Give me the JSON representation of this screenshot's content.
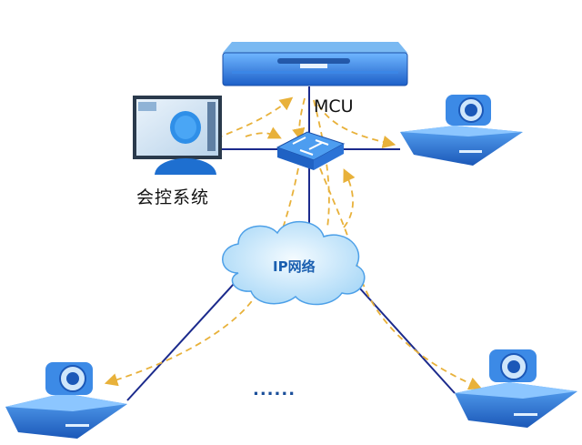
{
  "diagram": {
    "mcu_label": "MCU",
    "control_label": "会控系统",
    "network_label": "IP网络",
    "ellipsis": "......"
  },
  "colors": {
    "line": "#1b2a8c",
    "dashed_flow": "#e8b13a",
    "device_blue": "#2f7de0",
    "cloud_fill": "#cfe9fb"
  },
  "icons": {
    "mcu": "rack-server-icon",
    "switch": "network-switch-icon",
    "control": "operator-workstation-icon",
    "cloud": "cloud-icon",
    "terminal": "video-conference-terminal-icon"
  }
}
